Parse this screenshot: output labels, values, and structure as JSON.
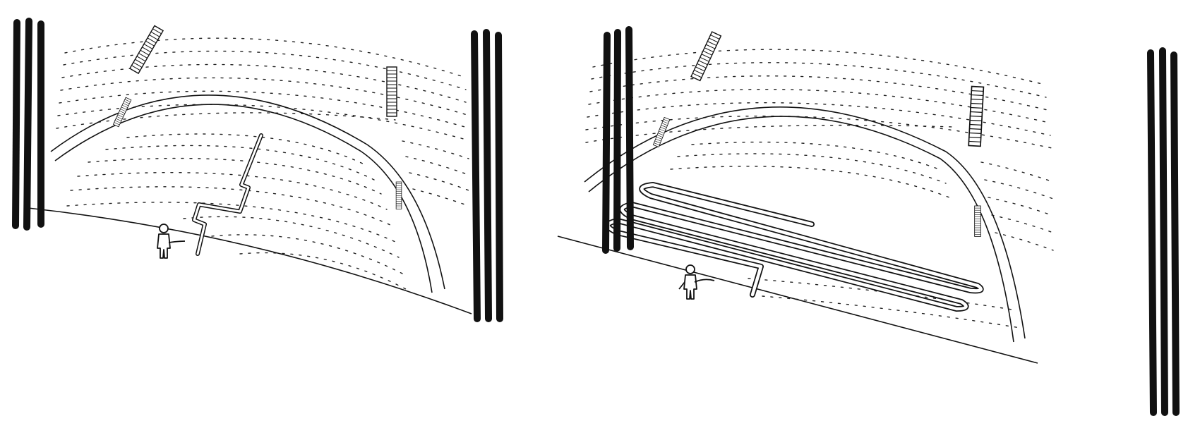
{
  "panels": [
    {
      "id": "before",
      "tube_style": "zigzag"
    },
    {
      "id": "after",
      "tube_style": "serpentine"
    }
  ],
  "colors": {
    "ink": "#111111",
    "background": "#ffffff"
  }
}
